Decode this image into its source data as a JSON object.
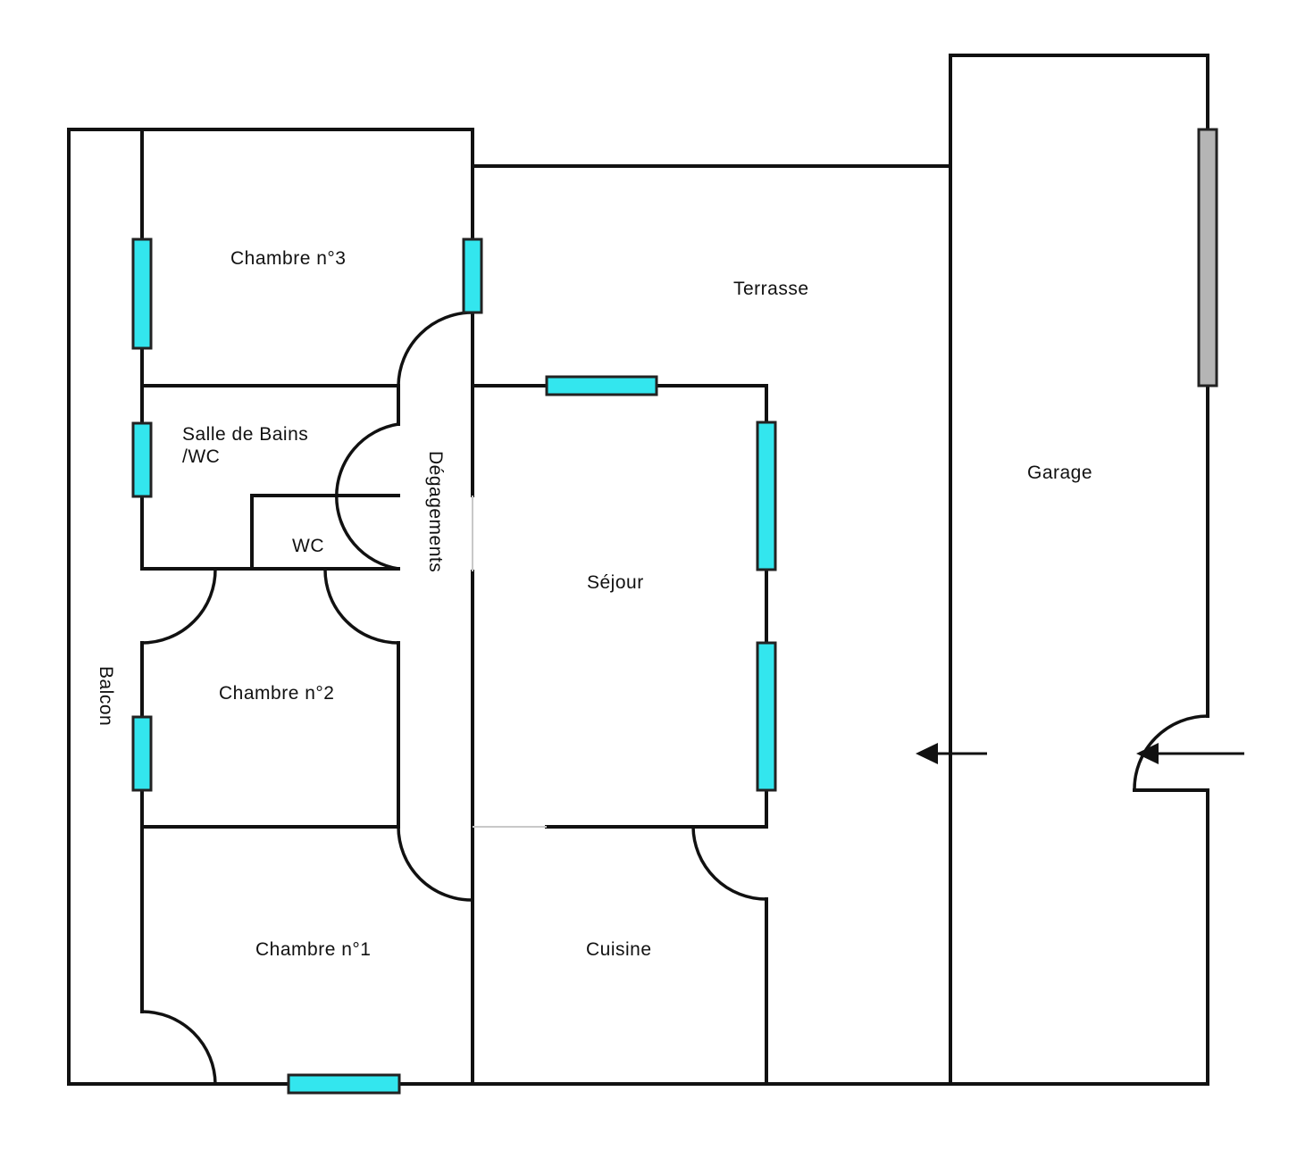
{
  "colors": {
    "wall": "#111111",
    "window_fill": "#33e6ee",
    "garage_door_fill": "#b5b5b5",
    "background": "#ffffff"
  },
  "rooms": {
    "chambre3": "Chambre n°3",
    "terrasse": "Terrasse",
    "salle_de_bains_line1": "Salle de Bains",
    "salle_de_bains_line2": "/WC",
    "wc": "WC",
    "degagements": "Dégagements",
    "sejour": "Séjour",
    "garage": "Garage",
    "balcon": "Balcon",
    "chambre2": "Chambre n°2",
    "chambre1": "Chambre n°1",
    "cuisine": "Cuisine"
  }
}
